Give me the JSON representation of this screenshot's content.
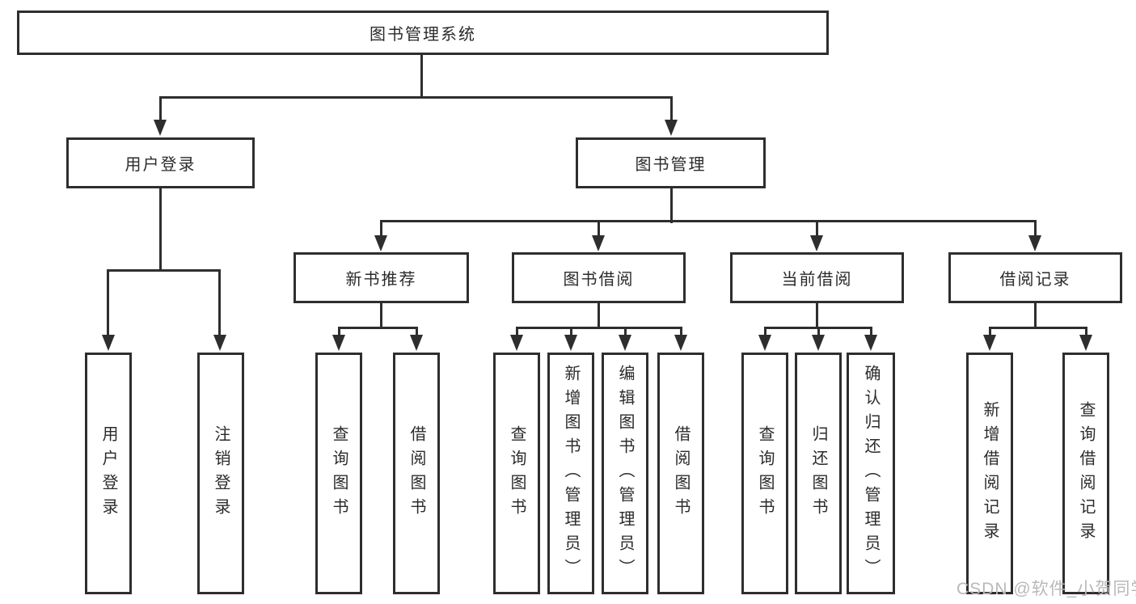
{
  "nodes": {
    "root": "图书管理系统",
    "userLogin": "用户登录",
    "bookMgmt": "图书管理",
    "newBookRec": "新书推荐",
    "bookBorrow": "图书借阅",
    "currentBorrow": "当前借阅",
    "borrowRecord": "借阅记录",
    "leafUserLogin": "用户登录",
    "leafLogout": "注销登录",
    "leafQueryBook1": "查询图书",
    "leafBorrowBook1": "借阅图书",
    "leafQueryBook2": "查询图书",
    "leafAddBook": "新增图书（管理员）",
    "leafEditBook": "编辑图书（管理员）",
    "leafBorrowBook2": "借阅图书",
    "leafQueryBook3": "查询图书",
    "leafReturnBook": "归还图书",
    "leafConfirmReturn": "确认归还（管理员）",
    "leafAddBorrowRecord": "新增借阅记录",
    "leafQueryBorrowRecord": "查询借阅记录"
  },
  "hierarchy": {
    "图书管理系统": {
      "用户登录": [
        "用户登录",
        "注销登录"
      ],
      "图书管理": {
        "新书推荐": [
          "查询图书",
          "借阅图书"
        ],
        "图书借阅": [
          "查询图书",
          "新增图书（管理员）",
          "编辑图书（管理员）",
          "借阅图书"
        ],
        "当前借阅": [
          "查询图书",
          "归还图书",
          "确认归还（管理员）"
        ],
        "借阅记录": [
          "新增借阅记录",
          "查询借阅记录"
        ]
      }
    }
  },
  "watermark": "CSDN @软件_小贺同学",
  "colors": {
    "line": "#2e2e2e",
    "text": "#2b2b2b",
    "watermark": "#b9b9b9",
    "background": "#ffffff"
  }
}
